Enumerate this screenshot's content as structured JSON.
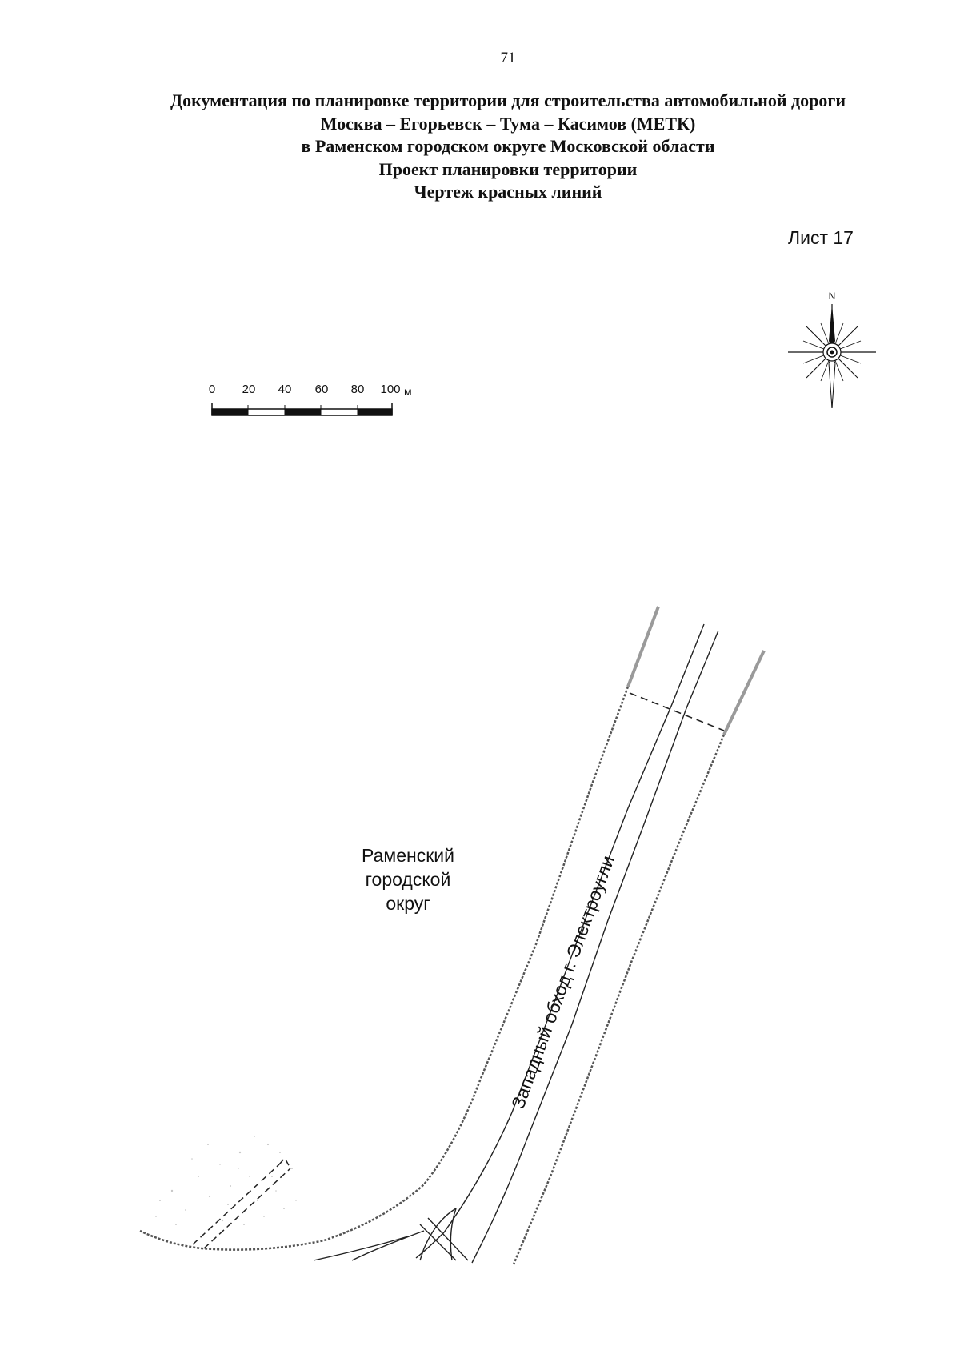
{
  "page": {
    "number": "71"
  },
  "title": {
    "lines": [
      "Документация по планировке территории для строительства автомобильной дороги",
      "Москва – Егорьевск – Тума – Касимов (МЕТК)",
      "в Раменском городском округе Московской области",
      "Проект планировки территории",
      "Чертеж красных линий"
    ]
  },
  "sheet": {
    "label": "Лист 17"
  },
  "compass": {
    "north_label": "N"
  },
  "scale_bar": {
    "ticks": [
      "0",
      "20",
      "40",
      "60",
      "80",
      "100"
    ],
    "unit": "м"
  },
  "map": {
    "district_label_lines": [
      "Раменский",
      "городской",
      "округ"
    ],
    "road_label": "Западный обход г. Электроугли"
  }
}
